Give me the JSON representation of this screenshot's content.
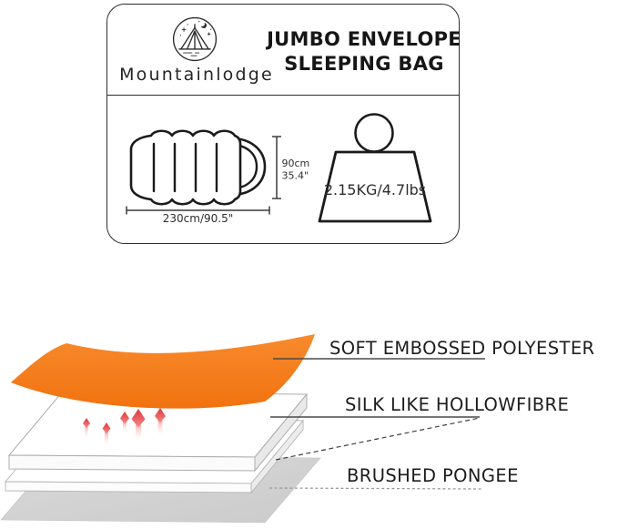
{
  "product": {
    "brand": "Mountainlodge",
    "title_line1": "JUMBO ENVELOPE",
    "title_line2": "SLEEPING BAG"
  },
  "specs": {
    "length": "230cm/90.5\"",
    "height_cm": "90cm",
    "height_in": "35.4\"",
    "weight": "2.15KG/4.7lbs"
  },
  "icons": {
    "logo": "tent-under-moon-stars-icon",
    "weight": "scale-weight-icon",
    "warmth": "heat-arrows-icon"
  },
  "layers": [
    {
      "label": "SOFT EMBOSSED POLYESTER",
      "swatch": "#f7821e",
      "connector": "solid"
    },
    {
      "label": "SILK LIKE HOLLOWFIBRE",
      "swatch": "#ffffff",
      "connector": "solid-with-dashed-pointer"
    },
    {
      "label": "BRUSHED PONGEE",
      "swatch": "#d6d6d6",
      "connector": "dashed"
    }
  ],
  "colors": {
    "outer_shell_orange": "#f7821e",
    "heat_arrow_red": "#e04045",
    "ink": "#1d1d1d"
  }
}
